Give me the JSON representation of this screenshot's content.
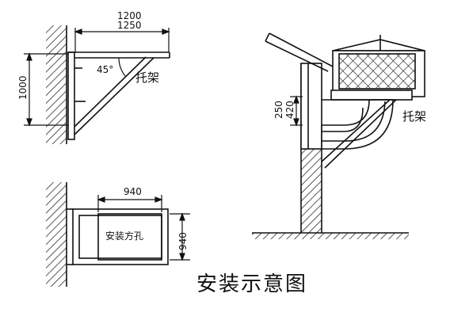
{
  "title": "安装示意图",
  "bracket_view": {
    "dim_outer": "1250",
    "dim_inner": "1200",
    "dim_height": "1000",
    "angle": "45°",
    "bracket_label": "托架"
  },
  "plan_view": {
    "dim_width": "940",
    "dim_height": "940",
    "hole_label": "安装方孔"
  },
  "side_view": {
    "dim_a": "420",
    "dim_b": "250",
    "bracket_label": "托架"
  },
  "colors": {
    "line": "#111111",
    "background": "#ffffff"
  }
}
